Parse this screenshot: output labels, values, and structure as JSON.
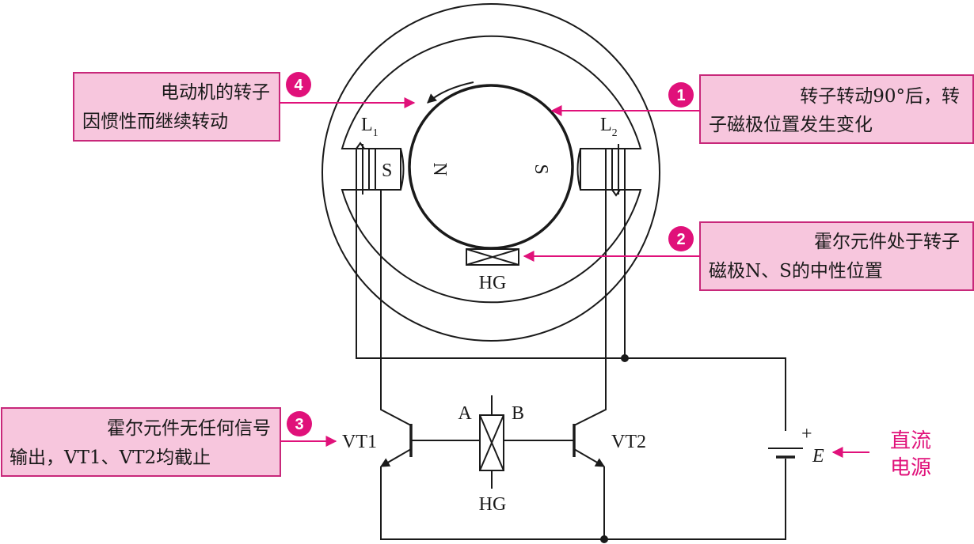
{
  "labels": {
    "L1": "L",
    "L1_sub": "1",
    "L2": "L",
    "L2_sub": "2",
    "pole_left": "S",
    "rotor_N": "N",
    "rotor_S": "S",
    "hall_sensor_top": "HG",
    "hall_sensor_bottom": "HG",
    "terminal_A": "A",
    "terminal_B": "B",
    "transistor_1": "VT1",
    "transistor_2": "VT2",
    "battery_plus": "+",
    "battery_E": "E"
  },
  "callouts": [
    {
      "number": "1",
      "lines": [
        "转子转动90°后，转",
        "子磁极位置发生变化"
      ]
    },
    {
      "number": "2",
      "lines": [
        "霍尔元件处于转子",
        "磁极N、S的中性位置"
      ]
    },
    {
      "number": "3",
      "lines": [
        "霍尔元件无任何信号",
        "输出，VT1、VT2均截止"
      ]
    },
    {
      "number": "4",
      "lines": [
        "电动机的转子",
        "因惯性而继续转动"
      ]
    }
  ],
  "power_label": [
    "直流",
    "电源"
  ],
  "colors": {
    "accent": "#e0117a",
    "callout_fill": "#f7c6dd",
    "callout_border": "#c8287a",
    "wire": "#1a1a1a"
  }
}
